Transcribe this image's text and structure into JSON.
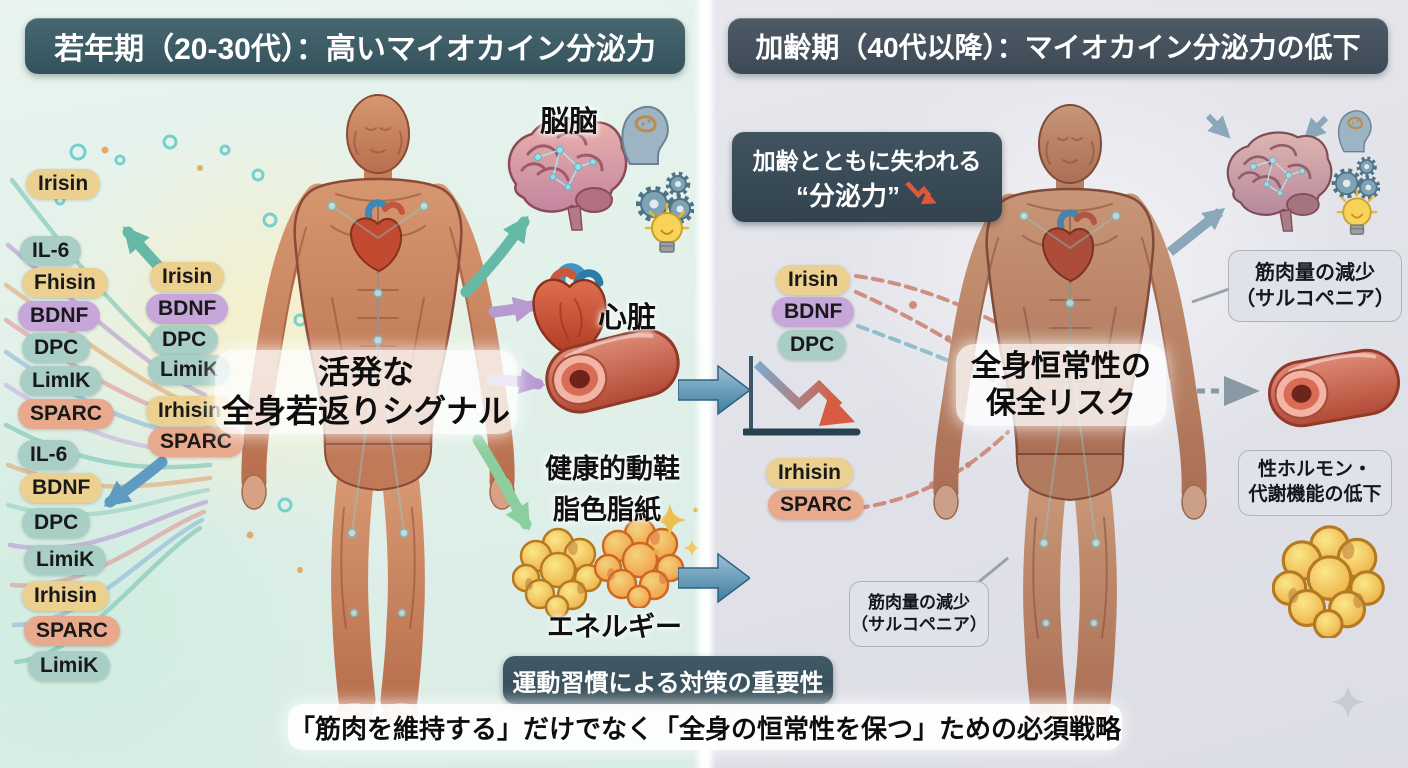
{
  "left_panel": {
    "header": "若年期（20-30代）：高いマイオカイン分泌力",
    "signal_line1": "活発な",
    "signal_line2": "全身若返りシグナル",
    "brain_label": "脳脑",
    "heart_label": "心脏",
    "vessel_label": "健康的動鞋",
    "fat_label": "脂色脂紙",
    "energy_label": "エネルギー",
    "outer_myokines": [
      {
        "label": "Irisin",
        "color": "tan"
      },
      {
        "label": "IL-6",
        "color": "teal"
      },
      {
        "label": "Fhisin",
        "color": "tan"
      },
      {
        "label": "BDNF",
        "color": "purple"
      },
      {
        "label": "DPC",
        "color": "teal"
      },
      {
        "label": "LimIK",
        "color": "teal"
      },
      {
        "label": "SPARC",
        "color": "salmon"
      },
      {
        "label": "IL-6",
        "color": "teal"
      },
      {
        "label": "BDNF",
        "color": "tan"
      },
      {
        "label": "DPC",
        "color": "teal"
      },
      {
        "label": "LimiK",
        "color": "teal"
      },
      {
        "label": "Irhisin",
        "color": "tan"
      },
      {
        "label": "SPARC",
        "color": "salmon"
      },
      {
        "label": "LimiK",
        "color": "teal"
      }
    ],
    "inner_myokines": [
      {
        "label": "Irisin",
        "color": "tan"
      },
      {
        "label": "BDNF",
        "color": "purple"
      },
      {
        "label": "DPC",
        "color": "teal"
      },
      {
        "label": "LimiK",
        "color": "teal"
      },
      {
        "label": "Irhisin",
        "color": "tan"
      },
      {
        "label": "SPARC",
        "color": "salmon"
      }
    ]
  },
  "right_panel": {
    "header": "加齢期（40代以降）：マイオカイン分泌力の低下",
    "loss_line1": "加齢とともに失われる",
    "loss_line2": "“分泌力”",
    "risk_line1": "全身恒常性の",
    "risk_line2": "保全リスク",
    "myokines_top": [
      {
        "label": "Irisin",
        "color": "tan"
      },
      {
        "label": "BDNF",
        "color": "purple"
      },
      {
        "label": "DPC",
        "color": "teal"
      }
    ],
    "myokines_bottom": [
      {
        "label": "Irhisin",
        "color": "tan"
      },
      {
        "label": "SPARC",
        "color": "salmon"
      }
    ],
    "muscle_loss_top_line1": "筋肉量の減少",
    "muscle_loss_top_line2": "（サルコペニア）",
    "hormone_line1": "性ホルモン・",
    "hormone_line2": "代謝機能の低下",
    "muscle_loss_bottom_line1": "筋肉量の減少",
    "muscle_loss_bottom_line2": "（サルコペニア）"
  },
  "bottom": {
    "title": "運動習慣による対策の重要性",
    "subtitle": "「筋肉を維持する」だけでなく「全身の恒常性を保つ」ための必須戦略"
  },
  "colors": {
    "header_bg_left": "#3f5a63",
    "header_bg_right": "#47525f",
    "loss_box_bg": "#3a4e5a",
    "pill_tan": "#ecd08f",
    "pill_teal": "#a9cec6",
    "pill_purple": "#c7a6da",
    "pill_salmon": "#e9a98c",
    "arrow_steel_blue": "#4e7f9e",
    "decline_red": "#d95b43",
    "left_bg": "#e4f2ec",
    "right_bg": "#e2e3e9"
  }
}
